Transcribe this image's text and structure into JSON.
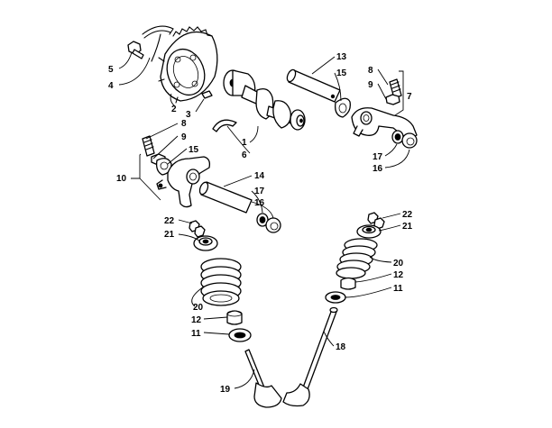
{
  "callouts": {
    "c1": "1",
    "c2": "2",
    "c3": "3",
    "c4": "4",
    "c5": "5",
    "c6": "6",
    "c7": "7",
    "c8a": "8",
    "c9a": "9",
    "c8b": "8",
    "c9b": "9",
    "c10": "10",
    "c13": "13",
    "c15a": "15",
    "c15b": "15",
    "c14": "14",
    "c16a": "16",
    "c17a": "17",
    "c16b": "16",
    "c17b": "17",
    "c22a": "22",
    "c21a": "21",
    "c22b": "22",
    "c21b": "21",
    "c20a": "20",
    "c12a": "12",
    "c11a": "11",
    "c20b": "20",
    "c12b": "12",
    "c11b": "11",
    "c18": "18",
    "c19": "19"
  },
  "colors": {
    "ink": "#000000",
    "paper": "#ffffff"
  }
}
